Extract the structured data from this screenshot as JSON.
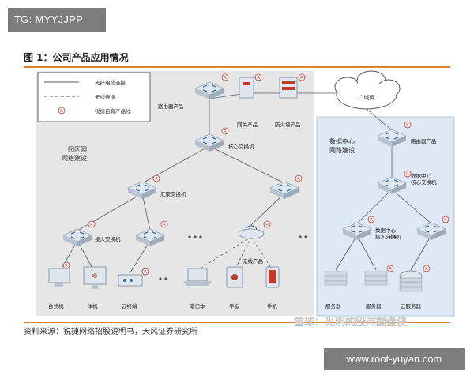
{
  "tg_badge": "TG: MYYJJPP",
  "figure_title": "图 1：公司产品应用情况",
  "legend": {
    "fiber": "光纤电缆连接",
    "wireless": "无线连接",
    "own_product": "锐捷自有产品线",
    "r_mark": "R"
  },
  "zones": {
    "campus": "园区网\n网络建设",
    "datacenter": "数据中心\n网络建设",
    "wan": "广域网"
  },
  "nodes": {
    "router": "路由器产品",
    "gateway": "网关产品",
    "firewall": "防火墙产品",
    "core_switch": "核心交换机",
    "agg_switch": "汇聚交换机",
    "access_switch": "接入交换机",
    "wireless": "无线产品",
    "desktop": "台式机",
    "all_in_one": "一体机",
    "cloud_terminal": "云终端",
    "laptop": "笔记本",
    "tablet": "平板",
    "phone": "手机",
    "dc_router": "路由器产品",
    "dc_core": "数据中心\n核心交换机",
    "dc_access": "数据中心\n接入交换机",
    "server1": "服务器",
    "server2": "服务器",
    "cloud_server": "云服务器"
  },
  "source": "资料来源：锐捷网络招股说明书，天风证券研究所",
  "watermark": "雪球：光明的股市翻盘侠",
  "url_badge": "www.root-yuyan.com",
  "colors": {
    "accent_orange": "#d9822b",
    "mark_red": "#c0392b",
    "zone_blue": "#dfe9f5",
    "zone_gray": "#e6e6e6"
  }
}
